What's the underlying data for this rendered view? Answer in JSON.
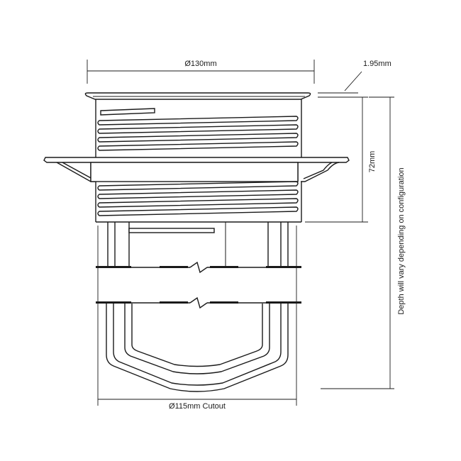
{
  "dimensions": {
    "top_diameter": "Ø130mm",
    "flange_thickness": "1.95mm",
    "body_height": "72mm",
    "depth_note": "Depth will vary depending on configuration",
    "cutout_diameter": "Ø115mm Cutout"
  },
  "colors": {
    "line": "#1a1a1a",
    "background": "#ffffff"
  },
  "icons": {
    "break_symbol": "break-line-icon"
  }
}
